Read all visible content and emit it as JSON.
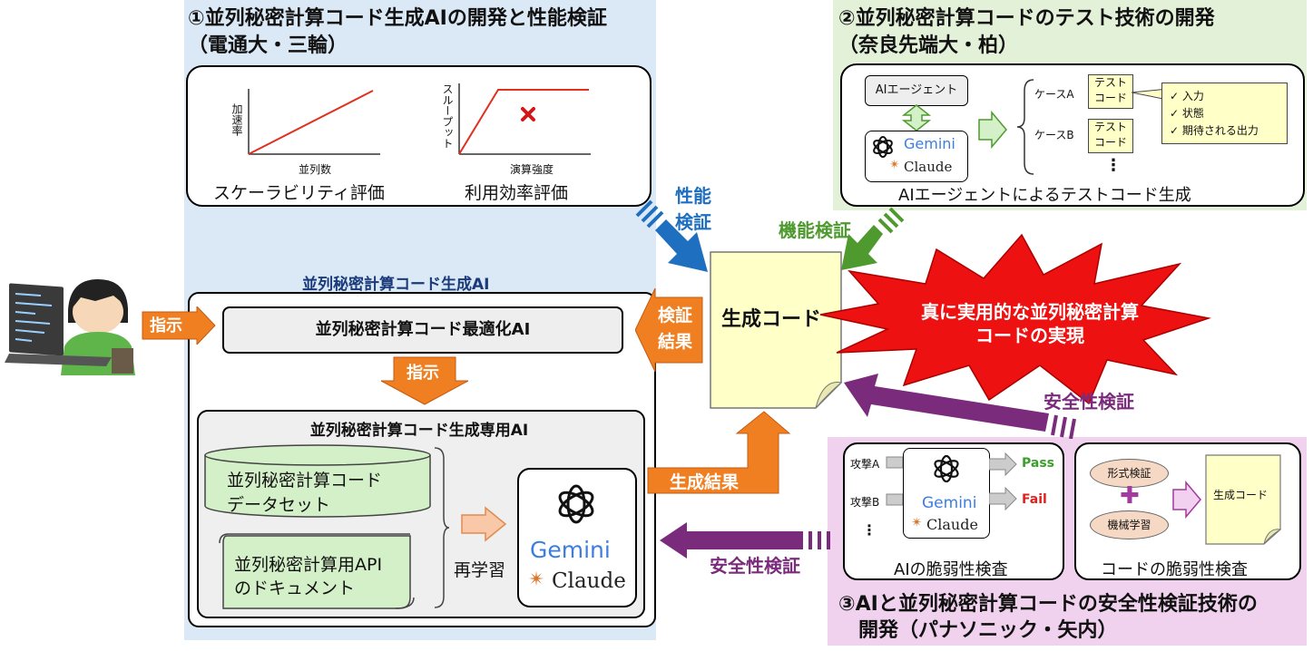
{
  "panel1": {
    "title_line1": "①並列秘密計算コード生成AIの開発と性能検証",
    "title_line2": "（電通大・三輪）",
    "chart1": {
      "ylabel": "加速率",
      "xlabel": "並列数",
      "caption": "スケーラビリティ評価"
    },
    "chart2": {
      "ylabel": "スループット",
      "xlabel": "演算強度",
      "caption": "利用効率評価"
    },
    "ai_title": "並列秘密計算コード生成AI",
    "optimizer": "並列秘密計算コード最適化AI",
    "instruct_down": "指示",
    "gen_title": "並列秘密計算コード生成専用AI",
    "dataset_line1": "並列秘密計算コード",
    "dataset_line2": "データセット",
    "doc_line1": "並列秘密計算用API",
    "doc_line2": "のドキュメント",
    "relearn": "再学習"
  },
  "user_instruct": "指示",
  "verify_result_line1": "検証",
  "verify_result_line2": "結果",
  "perf_verify_line1": "性能",
  "perf_verify_line2": "検証",
  "func_verify": "機能検証",
  "gen_code": "生成コード",
  "gen_result": "生成結果",
  "burst_line1": "真に実用的な並列秘密計算",
  "burst_line2": "コードの実現",
  "security_verify_top": "安全性検証",
  "security_verify_bottom": "安全性検証",
  "logos": {
    "gemini": "Gemini",
    "claude": "Claude"
  },
  "panel2": {
    "title_line1": "②並列秘密計算コードのテスト技術の開発",
    "title_line2": "（奈良先端大・柏）",
    "agent": "AIエージェント",
    "case_a": "ケースA",
    "case_b": "ケースB",
    "test_code_line1": "テスト",
    "test_code_line2": "コード",
    "checks": [
      "入力",
      "状態",
      "期待される出力"
    ],
    "ellipsis": "⋮",
    "caption": "AIエージェントによるテストコード生成"
  },
  "panel3": {
    "attack_a": "攻撃A",
    "attack_b": "攻撃B",
    "ellipsis": "⋮",
    "pass": "Pass",
    "fail": "Fail",
    "caption_left": "AIの脆弱性検査",
    "formal": "形式検証",
    "ml": "機械学習",
    "gen_code": "生成コード",
    "caption_right": "コードの脆弱性検査",
    "title_line1": "③AIと並列秘密計算コードの安全性検証技術の",
    "title_line2": "開発（パナソニック・矢内）"
  },
  "colors": {
    "orange": "#f07f22",
    "blue": "#1f6fc0",
    "green": "#4e9a2f",
    "purple": "#7a2b7c",
    "red": "#ee1111",
    "note": "#ffffc8"
  }
}
